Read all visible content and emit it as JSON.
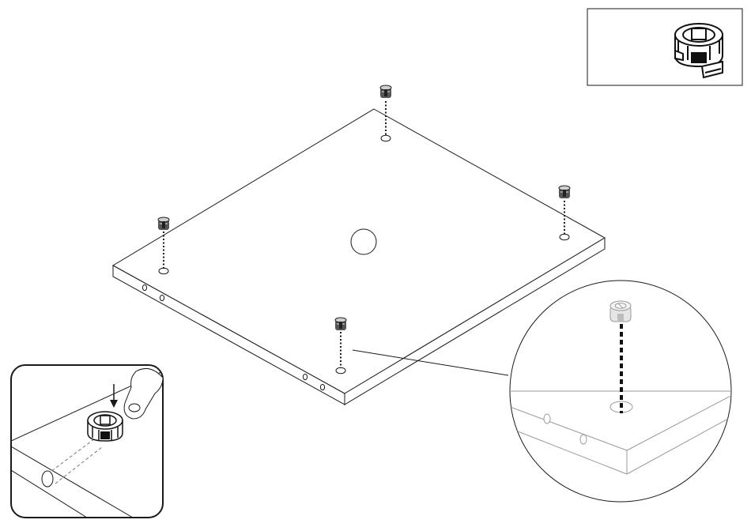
{
  "colors": {
    "line": "#1a1a1a",
    "background": "#ffffff",
    "faded_line": "#9a9a9a",
    "cam_dark": "#222222",
    "cam_light": "#cfcfcf"
  },
  "diagram": {
    "panel_cam_lock_count": 4,
    "side_edge_hole_count": 4,
    "center_hole_count": 1
  },
  "icons": {
    "cam_lock": "cam-lock-icon",
    "finger": "finger-icon",
    "arrow_down": "arrow-down-icon"
  }
}
